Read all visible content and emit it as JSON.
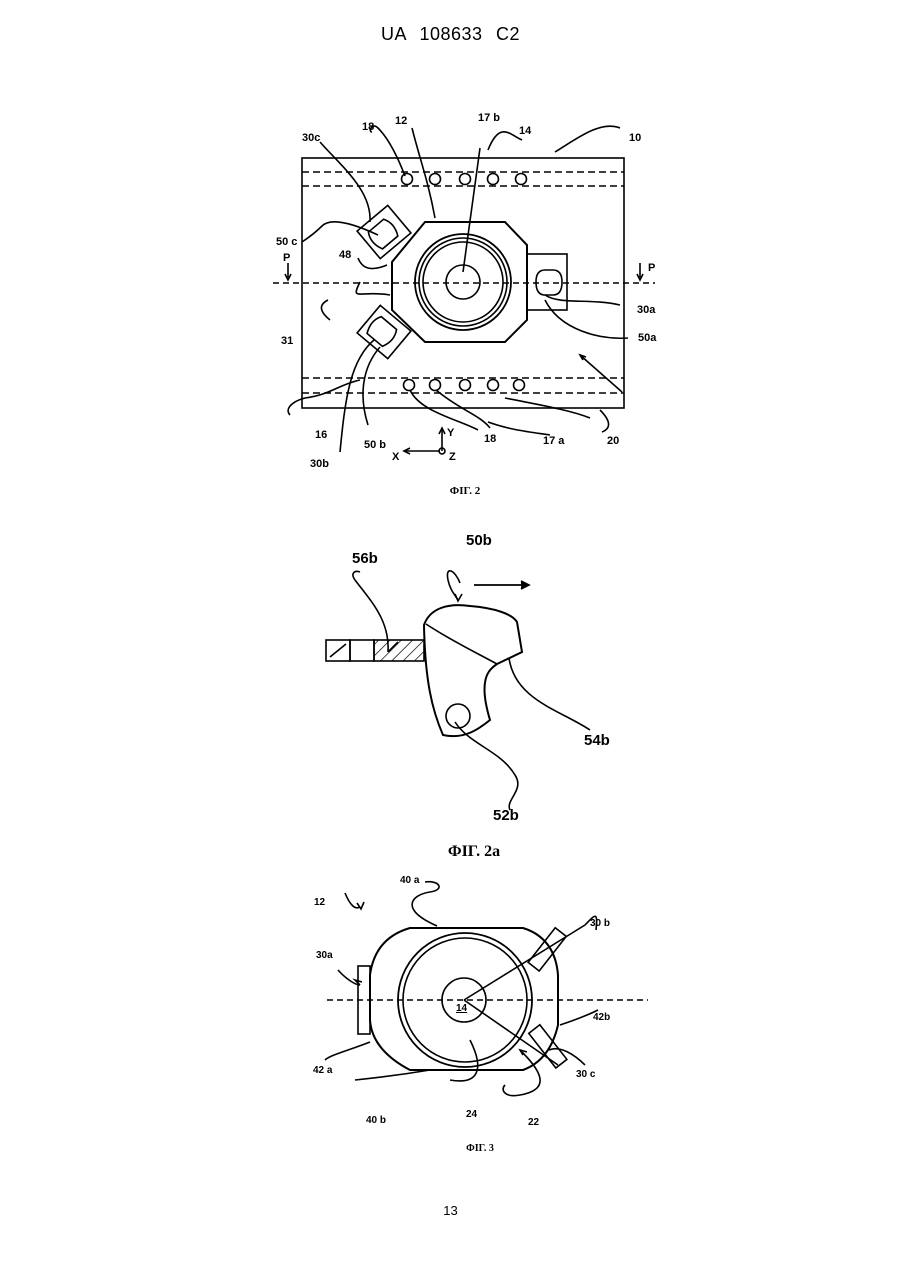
{
  "header": {
    "doc_id": "UA   108633   C2"
  },
  "page_number": "13",
  "figures": {
    "fig2": {
      "caption": "ФІГ. 2",
      "labels": {
        "l10": "10",
        "l12": "12",
        "l14": "14",
        "l16": "16",
        "l17a": "17 a",
        "l17b": "17 b",
        "l18_top": "18",
        "l18_bottom": "18",
        "l20": "20",
        "l30a": "30a",
        "l30b": "30b",
        "l30c": "30c",
        "l31": "31",
        "l48": "48",
        "l50a": "50a",
        "l50b": "50 b",
        "l50c": "50 c",
        "p_left": "P",
        "p_right": "P",
        "axis_x": "X",
        "axis_y": "Y",
        "axis_z": "Z"
      }
    },
    "fig2a": {
      "caption": "ФІГ. 2a",
      "labels": {
        "l50b": "50b",
        "l52b": "52b",
        "l54b": "54b",
        "l56b": "56b"
      }
    },
    "fig3": {
      "caption": "ФІГ. 3",
      "labels": {
        "l12": "12",
        "l14": "14",
        "l22": "22",
        "l24": "24",
        "l30a": "30a",
        "l30b": "30 b",
        "l30c": "30 c",
        "l40a": "40 a",
        "l40b": "40 b",
        "l42a": "42 a",
        "l42b": "42b"
      }
    }
  }
}
